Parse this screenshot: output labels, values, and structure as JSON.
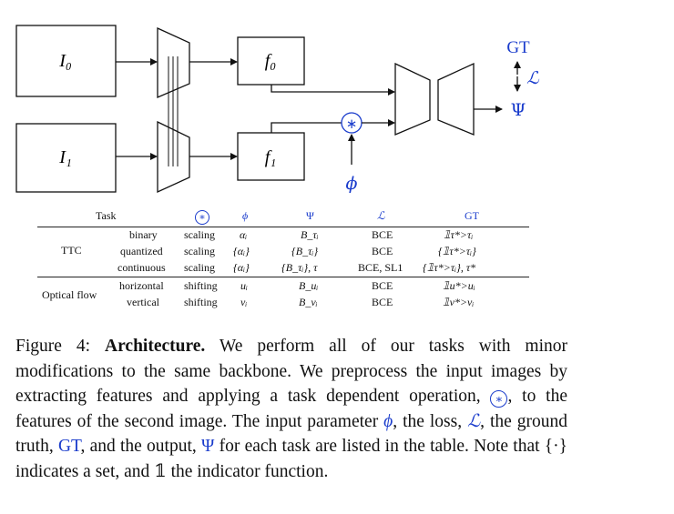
{
  "diagram": {
    "input0": "I₀",
    "input1": "I₁",
    "feat0": "f₀",
    "feat1": "f₁",
    "op": "∗",
    "phi": "ϕ",
    "gt": "GT",
    "loss": "ℒ",
    "psi": "Ψ",
    "colors": {
      "accent": "#1a3ccc",
      "stroke": "#111111"
    }
  },
  "table": {
    "headers": [
      "Task",
      "∗",
      "ϕ",
      "Ψ",
      "ℒ",
      "GT"
    ],
    "groups": [
      {
        "name": "TTC",
        "rows": [
          {
            "sub": "binary",
            "op": "scaling",
            "phi": "αᵢ",
            "psi": "B_τᵢ",
            "loss": "BCE",
            "gt": "𝟙τ*>τᵢ"
          },
          {
            "sub": "quantized",
            "op": "scaling",
            "phi": "{αᵢ}",
            "psi": "{B_τᵢ}",
            "loss": "BCE",
            "gt": "{𝟙τ*>τᵢ}"
          },
          {
            "sub": "continuous",
            "op": "scaling",
            "phi": "{αᵢ}",
            "psi": "{B_τᵢ}, τ",
            "loss": "BCE, SL1",
            "gt": "{𝟙τ*>τᵢ}, τ*"
          }
        ]
      },
      {
        "name": "Optical flow",
        "rows": [
          {
            "sub": "horizontal",
            "op": "shifting",
            "phi": "uᵢ",
            "psi": "B_uᵢ",
            "loss": "BCE",
            "gt": "𝟙u*>uᵢ"
          },
          {
            "sub": "vertical",
            "op": "shifting",
            "phi": "vᵢ",
            "psi": "B_vᵢ",
            "loss": "BCE",
            "gt": "𝟙v*>vᵢ"
          }
        ]
      }
    ]
  },
  "caption": {
    "label": "Figure 4:",
    "bold": "Architecture.",
    "p1": " We perform all of our tasks with minor modifications to the same backbone. We preprocess the input images by extracting features and applying a task dependent operation, ",
    "op": "∗",
    "p2": ", to the features of the second image. The input parameter ",
    "phi": "ϕ",
    "p3": ", the loss, ",
    "loss": "ℒ",
    "p4": ", the ground truth, ",
    "gt": "GT",
    "p5": ", and the output, ",
    "psi": "Ψ",
    "p6": " for each task are listed in the table. Note that {·} indicates a set, and 𝟙 the indicator function."
  }
}
